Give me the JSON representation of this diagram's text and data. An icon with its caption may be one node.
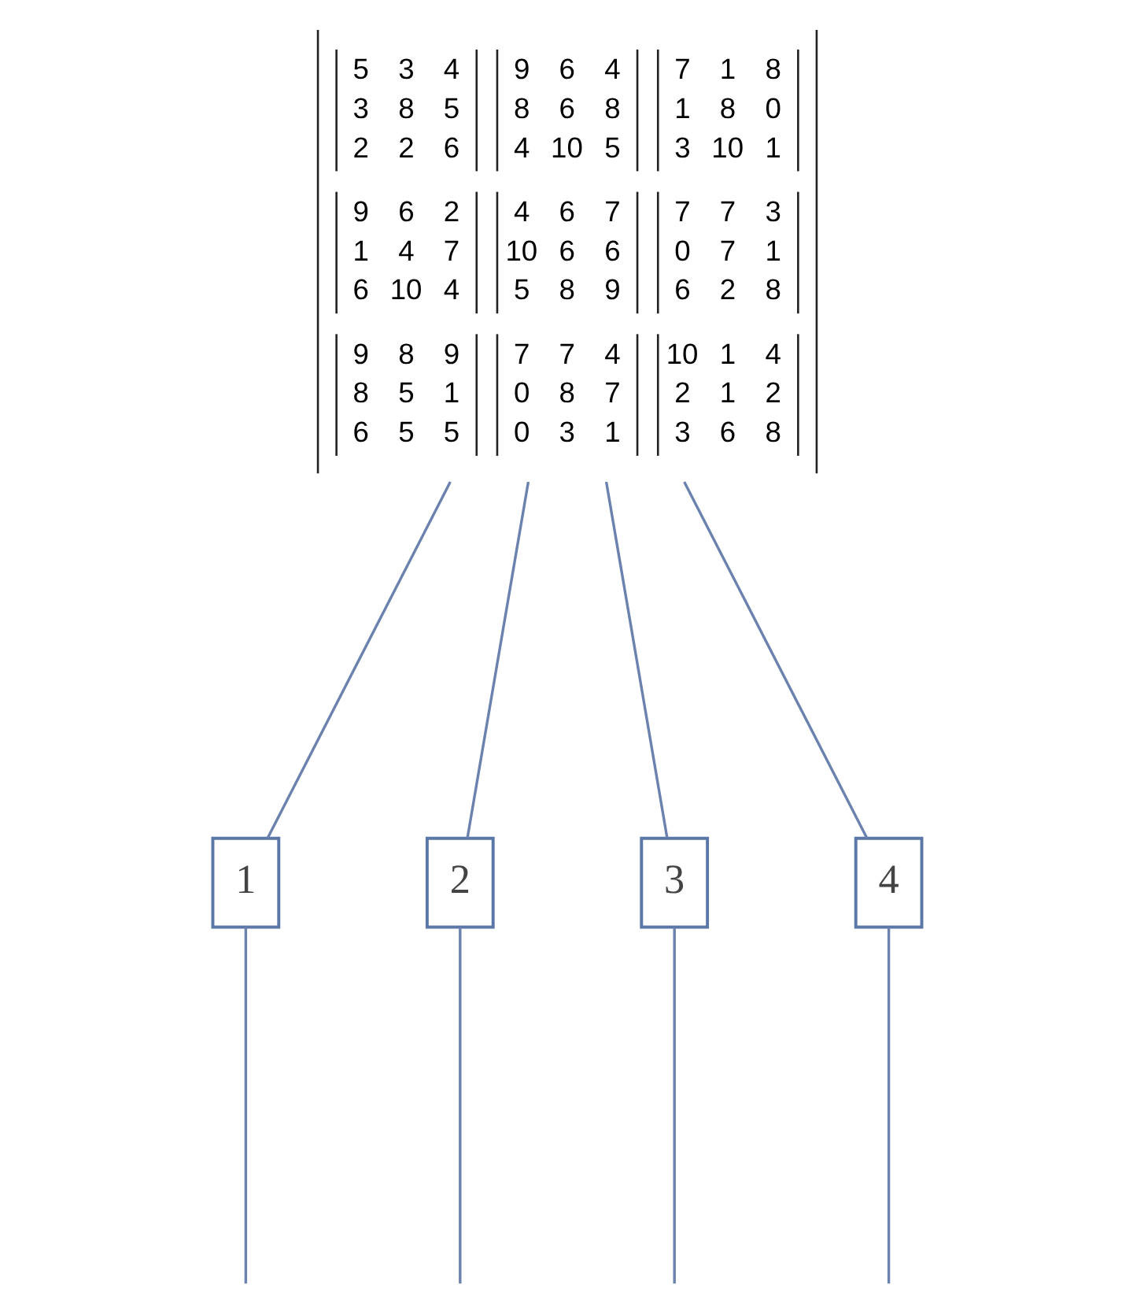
{
  "diagram": {
    "nodes": [
      {
        "text": [
          "5 3 4 3 8 5 2 2 6",
          "9 6 4 8 6 8 4 10 5",
          "7 1 8 1 8 0 3 10 1",
          "9 6 2 1 4 7 6 10 4",
          "4 6 7 10 6 6 5 8 9",
          "7 7 3 0 7 1 6 2 8",
          "9 8 9 8 5 1 6 5 5",
          "7 7 4 0 8 7 0 3 1",
          "10 1 4 2 1 2 3 6 8"
        ]
      },
      {
        "text": [
          "1"
        ]
      },
      {
        "text": [
          "2"
        ]
      },
      {
        "text": [
          "3"
        ]
      },
      {
        "text": [
          "4"
        ]
      }
    ],
    "edges": [
      {
        "from": 0,
        "to": 1,
        "arrow": "none"
      },
      {
        "from": 0,
        "to": 2,
        "arrow": "none"
      },
      {
        "from": 0,
        "to": 3,
        "arrow": "none"
      },
      {
        "from": 0,
        "to": 4,
        "arrow": "none"
      },
      {
        "from": 1,
        "to": null,
        "arrow": "none"
      },
      {
        "from": 2,
        "to": null,
        "arrow": "none"
      },
      {
        "from": 3,
        "to": null,
        "arrow": "none"
      },
      {
        "from": 4,
        "to": null,
        "arrow": "none"
      }
    ]
  }
}
